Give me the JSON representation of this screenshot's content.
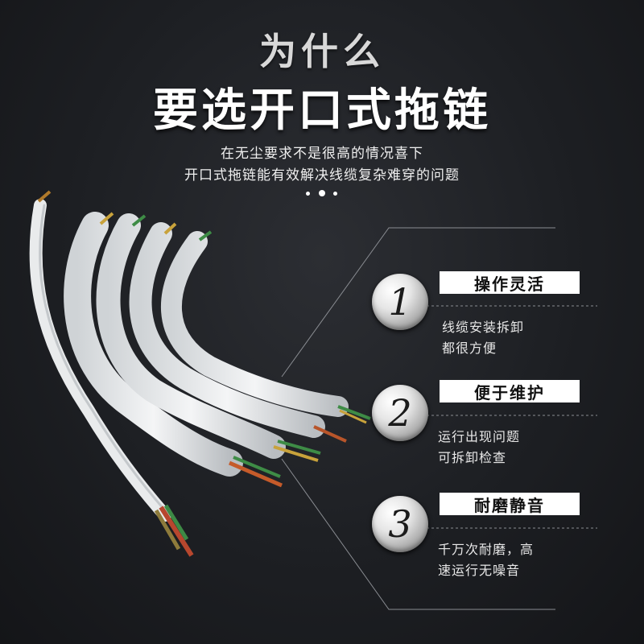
{
  "header": {
    "line1": "为什么",
    "line2": "要选开口式拖链",
    "sub1": "在无尘要求不是很高的情况喜下",
    "sub2": "开口式拖链能有效解决线缆复杂难穿的问题"
  },
  "features": [
    {
      "number": "1",
      "title": "操作灵活",
      "desc1": "线缆安装拆卸",
      "desc2": "都很方便"
    },
    {
      "number": "2",
      "title": "便于维护",
      "desc1": "运行出现问题",
      "desc2": "可拆卸检查"
    },
    {
      "number": "3",
      "title": "耐磨静音",
      "desc1": "千万次耐磨，高",
      "desc2": "速运行无噪音"
    }
  ],
  "colors": {
    "background": "#1d1f23",
    "label_bg": "#ffffff",
    "text": "#ffffff"
  }
}
